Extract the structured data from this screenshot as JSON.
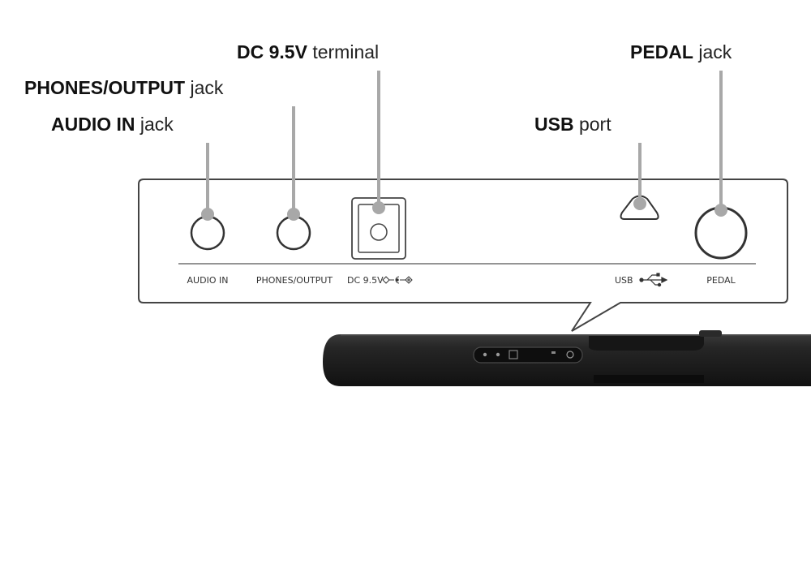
{
  "callouts": {
    "dc": {
      "bold": "DC 9.5V",
      "rest": " terminal"
    },
    "pedal": {
      "bold": "PEDAL",
      "rest": " jack"
    },
    "phones": {
      "bold": "PHONES/OUTPUT",
      "rest": " jack"
    },
    "audio": {
      "bold": "AUDIO IN",
      "rest": " jack"
    },
    "usb": {
      "bold": "USB",
      "rest": " port"
    }
  },
  "panel_labels": {
    "audio": "AUDIO IN",
    "phones": "PHONES/OUTPUT",
    "dc": "DC 9.5V",
    "usb": "USB",
    "pedal": "PEDAL"
  },
  "colors": {
    "leader": "#a8a8a8",
    "panel_border": "#444444",
    "keyboard_body": "#1e1e1e"
  }
}
